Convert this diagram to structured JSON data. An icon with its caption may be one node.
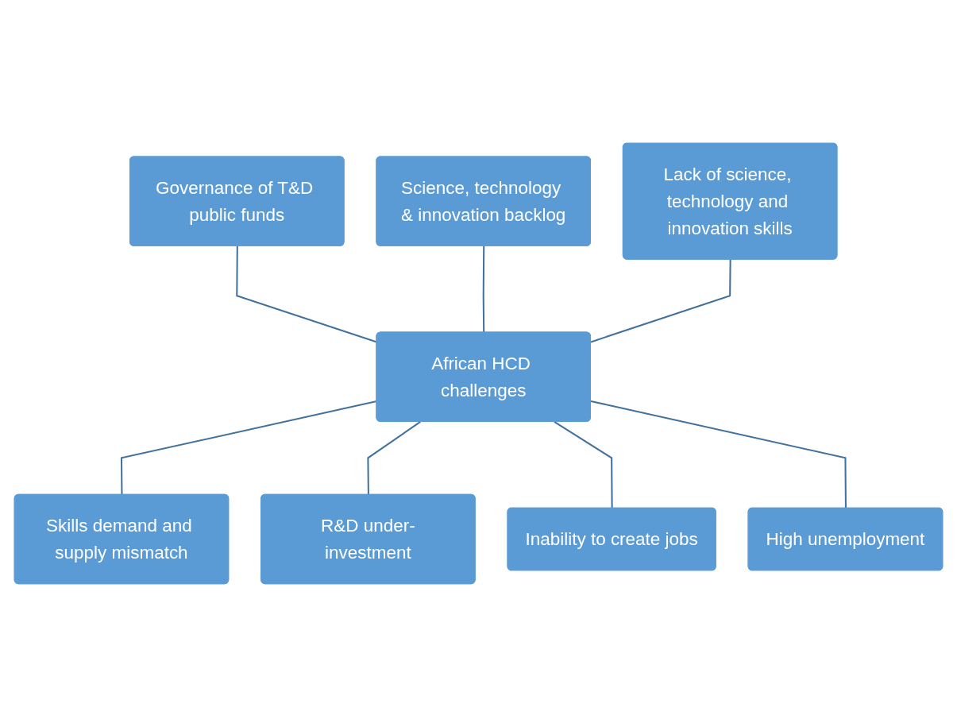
{
  "diagram": {
    "nodes": [
      {
        "text": [
          "Science, technology & innovation backlog"
        ]
      },
      {
        "text": [
          "Governance of T&D public funds"
        ]
      },
      {
        "text": [
          "Lack of science, technology and innovation skills"
        ]
      },
      {
        "text": [
          "African HCD challenges"
        ]
      },
      {
        "text": [
          "Skills demand and supply mismatch"
        ]
      },
      {
        "text": [
          "R&D under-investment"
        ]
      },
      {
        "text": [
          "Inability to create jobs"
        ]
      },
      {
        "text": [
          "High unemployment"
        ]
      }
    ],
    "edges": [
      {
        "from": 1,
        "to": 3,
        "arrow": "none"
      },
      {
        "from": 0,
        "to": 3,
        "arrow": "none"
      },
      {
        "from": 2,
        "to": 3,
        "arrow": "none"
      },
      {
        "from": 3,
        "to": 4,
        "arrow": "none"
      },
      {
        "from": 3,
        "to": 5,
        "arrow": "none"
      },
      {
        "from": 3,
        "to": 6,
        "arrow": "none"
      },
      {
        "from": 3,
        "to": 7,
        "arrow": "none"
      }
    ]
  }
}
